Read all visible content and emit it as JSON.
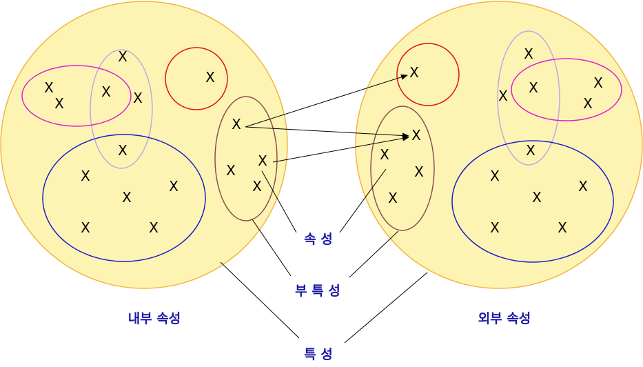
{
  "marker": "X",
  "labels": {
    "attribute": "속 성",
    "sub_property": "부 특 성",
    "internal_attribute": "내부 속성",
    "external_attribute": "외부 속성",
    "property": "특 성"
  },
  "colors": {
    "circle_fill": "#fdf4b3",
    "circle_stroke": "#f4b440",
    "red_group": "#e01010",
    "magenta_group": "#e020d0",
    "lavender_group": "#c0a8e0",
    "blue_group": "#1c1ccc",
    "brown_group": "#8a5050",
    "label_text": "#1a1aa6"
  }
}
